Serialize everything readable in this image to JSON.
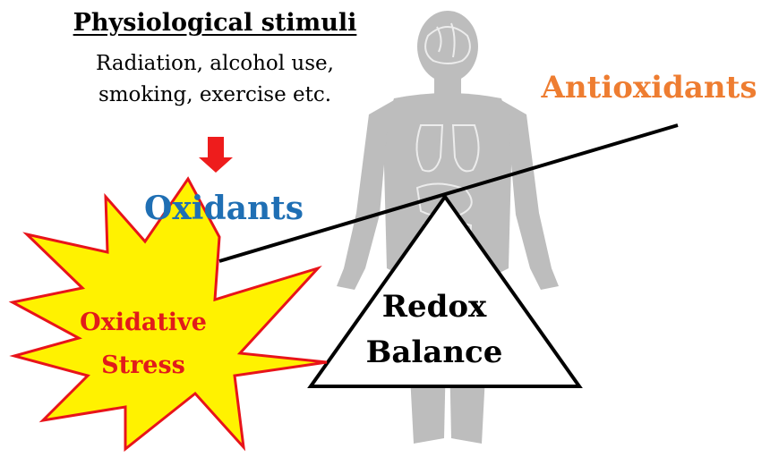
{
  "stimuli": {
    "title": "Physiological stimuli",
    "line1": "Radiation, alcohol use,",
    "line2": "smoking, exercise etc."
  },
  "oxidants_label": "Oxidants",
  "antioxidants_label": "Antioxidants",
  "oxidative_stress": {
    "line1": "Oxidative",
    "line2": "Stress"
  },
  "redox_balance": {
    "line1": "Redox",
    "line2": "Balance"
  },
  "colors": {
    "oxidants": "#1f6fb4",
    "antioxidants": "#ee7d31",
    "stress_text": "#e11b1b",
    "starburst_fill": "#fff200",
    "starburst_outline": "#e8141a",
    "arrow": "#ee1c1c",
    "body_silhouette": "#bdbdbd"
  }
}
